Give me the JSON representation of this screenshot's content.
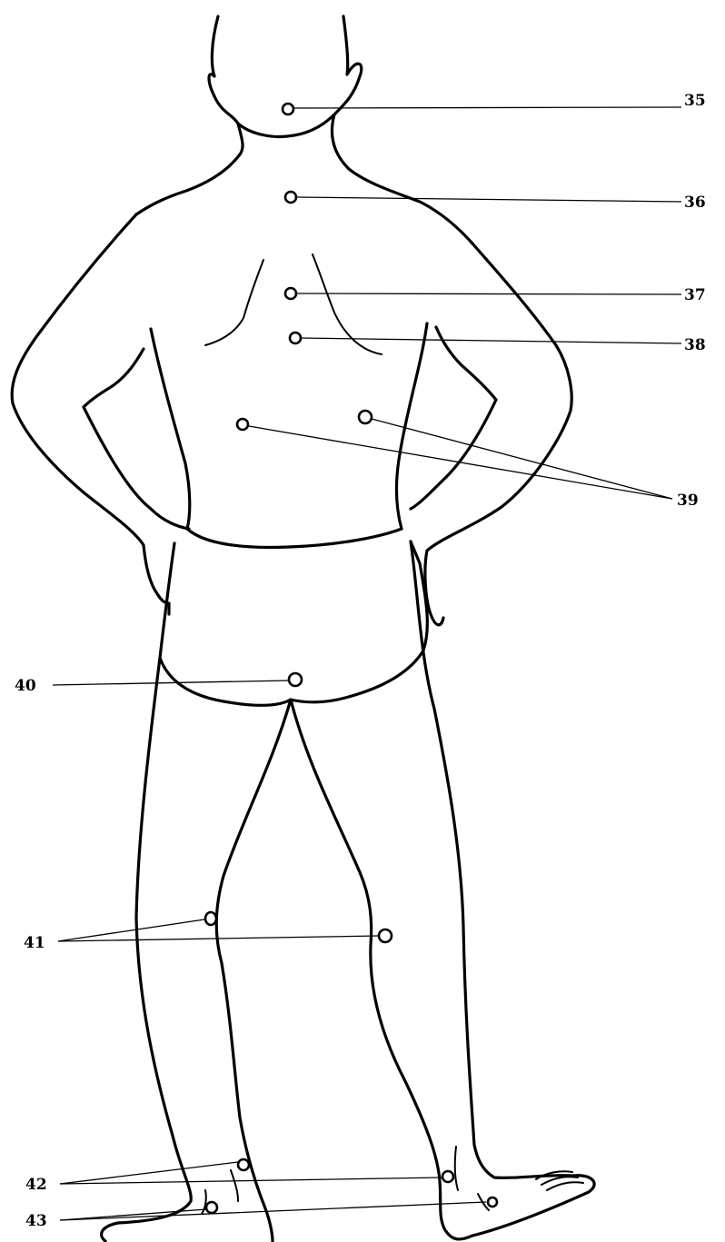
{
  "diagram": {
    "labels": [
      {
        "id": "p35",
        "text": "35"
      },
      {
        "id": "p36",
        "text": "36"
      },
      {
        "id": "p37",
        "text": "37"
      },
      {
        "id": "p38",
        "text": "38"
      },
      {
        "id": "p39",
        "text": "39"
      },
      {
        "id": "p40",
        "text": "40"
      },
      {
        "id": "p41",
        "text": "41"
      },
      {
        "id": "p42",
        "text": "42"
      },
      {
        "id": "p43",
        "text": "43"
      }
    ]
  }
}
